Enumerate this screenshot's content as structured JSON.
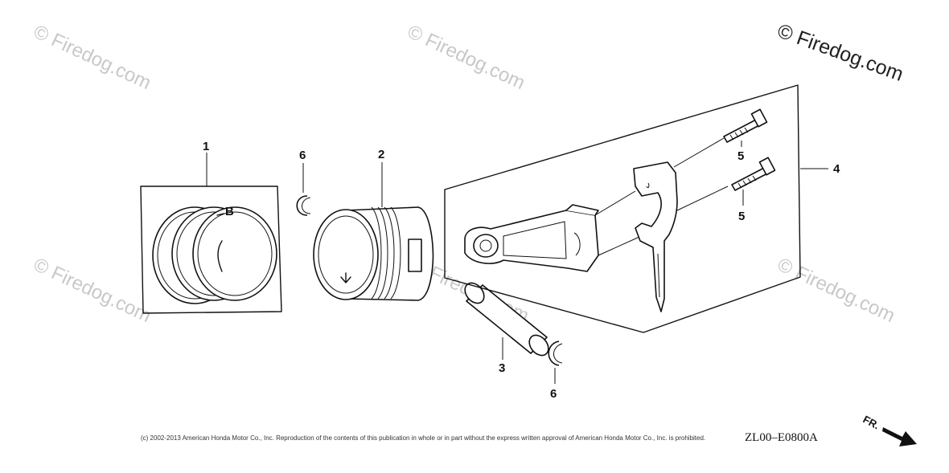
{
  "diagram": {
    "callouts": {
      "piston_ring_set": "1",
      "piston": "2",
      "piston_pin": "3",
      "connecting_rod": "4",
      "rod_bolt_upper": "5",
      "rod_bolt_lower": "5",
      "pin_clip_left": "6",
      "pin_clip_right": "6"
    },
    "watermarks": {
      "main": "© Firedog.com",
      "faint": "© Firedog.com"
    },
    "copyright": "(c) 2002-2013 American Honda Motor Co., Inc. Reproduction of the contents of this publication in whole or in part without the express written approval of American Honda Motor Co., Inc. is prohibited.",
    "diagram_code": "ZL00–E0800A",
    "direction_label": "FR."
  }
}
